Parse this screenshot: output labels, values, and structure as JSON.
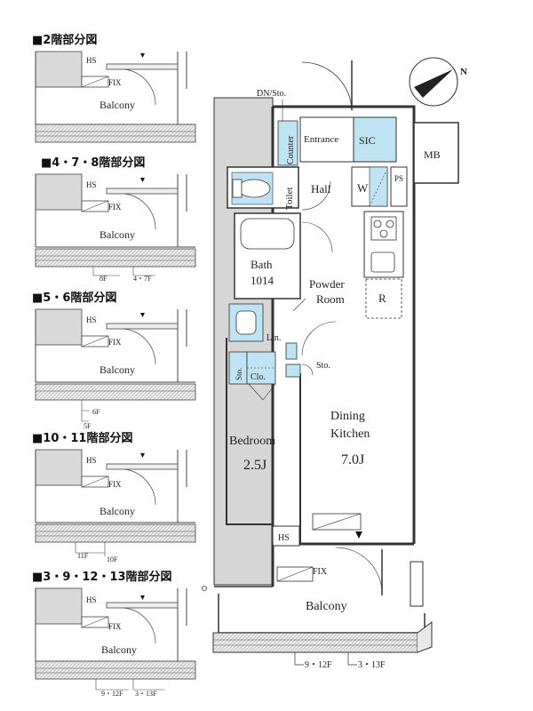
{
  "main_plan": {
    "rooms": {
      "dn_sto": "DN/Sto.",
      "entrance": "Entrance",
      "sic": "SIC",
      "counter": "Counter",
      "toilet": "Toilet",
      "hall": "Hall",
      "w": "W",
      "ps": "PS",
      "mb": "MB",
      "bath": "Bath",
      "bath_size": "1014",
      "powder_room_1": "Powder",
      "powder_room_2": "Room",
      "r": "R",
      "lin": "Lin.",
      "sto_small": "Sto.",
      "sto_side": "Sto.",
      "clo": "Clo.",
      "bedroom": "Bedroom",
      "bedroom_size": "2.5J",
      "dining_1": "Dining",
      "dining_2": "Kitchen",
      "dining_size": "7.0J",
      "hs": "HS",
      "fix": "FIX",
      "balcony": "Balcony"
    },
    "floor_notes": [
      "9・12F",
      "3・13F"
    ],
    "compass": "N"
  },
  "variants": [
    {
      "heading": "■2階部分図",
      "hs": "HS",
      "fix": "FIX",
      "balcony": "Balcony",
      "notes": []
    },
    {
      "heading": "■4・7・8階部分図",
      "hs": "HS",
      "fix": "FIX",
      "balcony": "Balcony",
      "notes": [
        "8F",
        "4・7F"
      ]
    },
    {
      "heading": "■5・6階部分図",
      "hs": "HS",
      "fix": "FIX",
      "balcony": "Balcony",
      "notes": [
        "6F",
        "5F"
      ]
    },
    {
      "heading": "■10・11階部分図",
      "hs": "HS",
      "fix": "FIX",
      "balcony": "Balcony",
      "notes": [
        "11F",
        "10F"
      ]
    },
    {
      "heading": "■3・9・12・13階部分図",
      "hs": "HS",
      "fix": "FIX",
      "balcony": "Balcony",
      "notes": [
        "9・12F",
        "3・13F"
      ]
    }
  ],
  "colors": {
    "wall": "#d6d6d6",
    "wet_area": "#bfe3f2",
    "line": "#333333"
  }
}
